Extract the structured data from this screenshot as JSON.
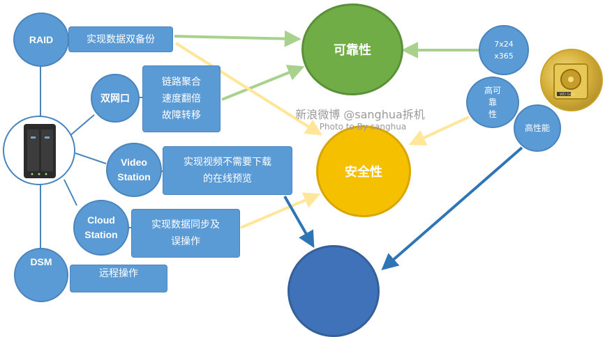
{
  "nodes": {
    "raid": "RAID",
    "dual_lan": "双网口",
    "video_station": "Video\nStation",
    "cloud_station": "Cloud\nStation",
    "dsm": "DSM"
  },
  "boxes": {
    "raid_desc": "实现数据双备份",
    "dual_lan_desc": "链路聚合\n速度翻倍\n故障转移",
    "video_desc": "实现视频不需要下载\n的在线预览",
    "cloud_desc": "实现数据同步及\n误操作",
    "dsm_desc": "远程操作"
  },
  "outcomes": {
    "reliability": "可靠性",
    "security": "安全性"
  },
  "right_nodes": {
    "uptime": "7x24\nx365",
    "high_reliability": "高可\n靠\n性",
    "high_performance": "高性能"
  },
  "watermark": {
    "line1": "新浪微博 @sanghua拆机",
    "line2": "Photo to By sanghua"
  },
  "photo_label": "WD Gold",
  "colors": {
    "node_blue": "#5b9bd5",
    "reliability_green": "#70ad47",
    "security_yellow": "#f5c000",
    "arrow_green": "#a9d18e",
    "arrow_yellow": "#ffe699",
    "arrow_blue": "#2e75b6"
  }
}
